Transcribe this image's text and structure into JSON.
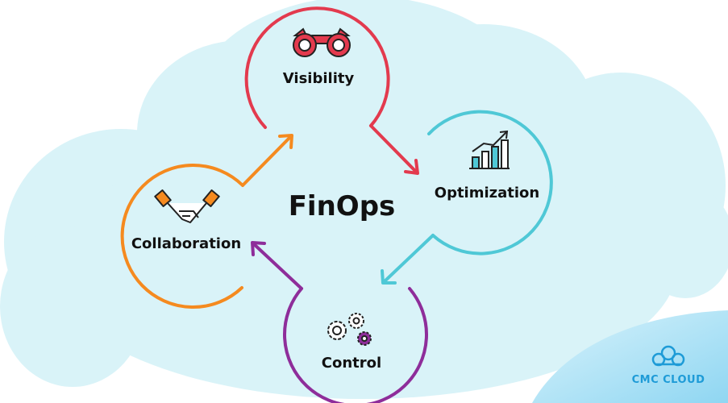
{
  "diagram": {
    "title": "FinOps",
    "stages": [
      {
        "label": "Visibility",
        "icon": "binoculars-icon",
        "color": "#e33a4e"
      },
      {
        "label": "Optimization",
        "icon": "growth-chart-icon",
        "color": "#4fc8d6"
      },
      {
        "label": "Control",
        "icon": "gears-icon",
        "color": "#8e2d9a"
      },
      {
        "label": "Collaboration",
        "icon": "handshake-icon",
        "color": "#f58a1f"
      }
    ]
  },
  "brand": {
    "name": "CMC CLOUD",
    "color": "#1e9bd7"
  },
  "background": {
    "cloud_color": "#d9f3f8"
  }
}
